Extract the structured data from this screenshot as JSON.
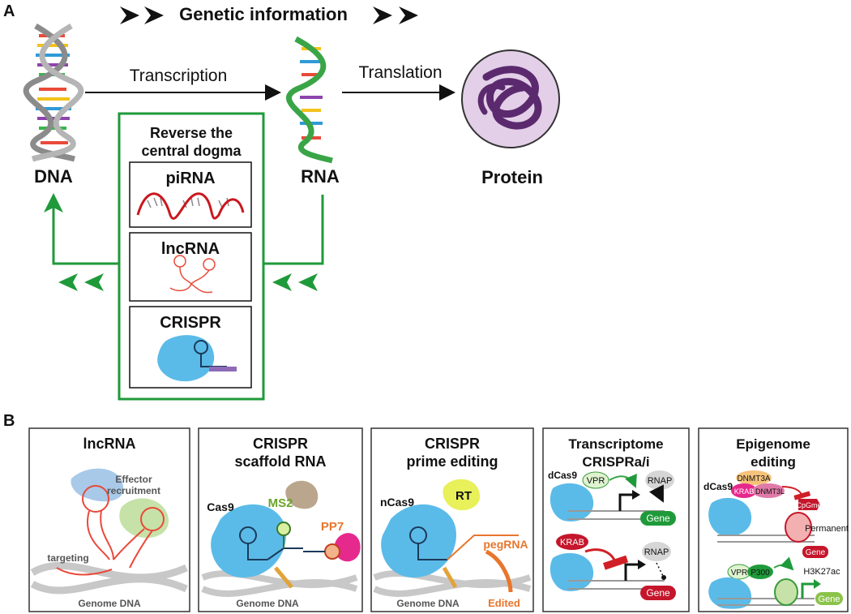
{
  "panel_a": {
    "label": "A",
    "header": "Genetic information",
    "dna_label": "DNA",
    "rna_label": "RNA",
    "protein_label": "Protein",
    "transcription": "Transcription",
    "translation": "Translation",
    "box_title_1": "Reverse the",
    "box_title_2": "central dogma",
    "sub_pirna": "piRNA",
    "sub_lncrna": "lncRNA",
    "sub_crispr": "CRISPR"
  },
  "panel_b": {
    "label": "B",
    "lncrna": {
      "title": "lncRNA",
      "effector_1": "Effector",
      "effector_2": "recruitment",
      "targeting": "targeting",
      "genome": "Genome DNA"
    },
    "scaffold": {
      "title_1": "CRISPR",
      "title_2": "scaffold RNA",
      "cas9": "Cas9",
      "ms2": "MS2",
      "pp7": "PP7",
      "genome": "Genome DNA"
    },
    "prime": {
      "title_1": "CRISPR",
      "title_2": "prime editing",
      "ncas9": "nCas9",
      "rt": "RT",
      "pegrna": "pegRNA",
      "edited": "Edited",
      "genome": "Genome DNA"
    },
    "transcriptome": {
      "title_1": "Transcriptome",
      "title_2": "CRISPRa/i",
      "dcas9": "dCas9",
      "vpr": "VPR",
      "rnap_top": "RNAP",
      "gene_top": "Gene",
      "krab": "KRAB",
      "rnap_bottom": "RNAP",
      "gene_bottom": "Gene"
    },
    "epigenome": {
      "title_1": "Epigenome",
      "title_2": "editing",
      "dcas9": "dCas9",
      "dnmt3a": "DNMT3A",
      "krab": "KRAB",
      "dnmt3l": "DNMT3L",
      "cpgme": "CpGme",
      "permanent": "Permanent",
      "gene_top": "Gene",
      "vpr": "VPR",
      "p300": "P300",
      "h3k27ac": "H3K27ac",
      "gene_bottom": "Gene"
    }
  },
  "colors": {
    "green": "#1f9a3a",
    "red": "#d11f26",
    "cas9_blue": "#5bbbe8",
    "protein_purple": "#5b2a6e",
    "protein_bg": "#e3cfe8",
    "gene_green": "#1f9a3a",
    "gene_red": "#c5162b",
    "orange": "#e8762d"
  }
}
